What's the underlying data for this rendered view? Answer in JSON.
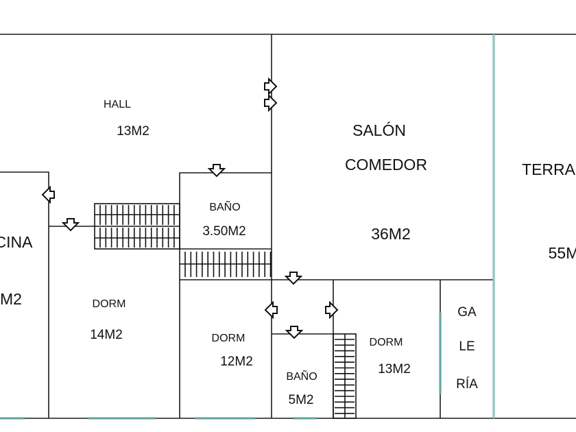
{
  "plan": {
    "title": "Floor plan",
    "rooms": [
      {
        "id": "hall",
        "name": "HALL",
        "area": "13M2"
      },
      {
        "id": "cocina",
        "name": "CINA",
        "area": "M2"
      },
      {
        "id": "bano1",
        "name": "BAÑO",
        "area": "3.50M2"
      },
      {
        "id": "salon",
        "name": "SALÓN",
        "name2": "COMEDOR",
        "area": "36M2"
      },
      {
        "id": "terraza",
        "name": "TERRA",
        "area": "55M"
      },
      {
        "id": "dorm1",
        "name": "DORM",
        "area": "14M2"
      },
      {
        "id": "dorm2",
        "name": "DORM",
        "area": "12M2"
      },
      {
        "id": "bano2",
        "name": "BAÑO",
        "area": "5M2"
      },
      {
        "id": "dorm3",
        "name": "DORM",
        "area": "13M2"
      },
      {
        "id": "galeria",
        "name_lines": [
          "GA",
          "LE",
          "RÍA"
        ]
      }
    ],
    "colors": {
      "wall": "#1a1a1a",
      "window": "#5fa39b",
      "background": "#ffffff"
    }
  }
}
